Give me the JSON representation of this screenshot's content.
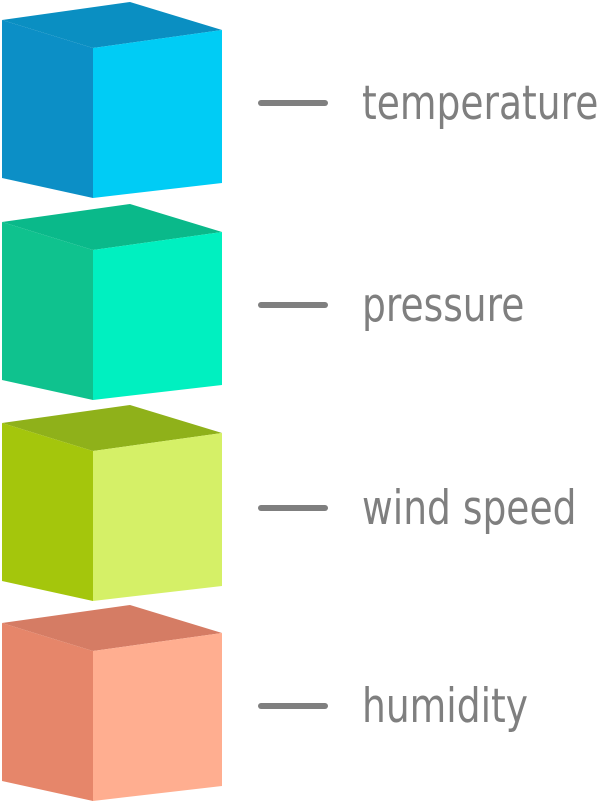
{
  "items": [
    {
      "label": "temperature",
      "colors": {
        "top": "#0a8fc2",
        "left": "#0c8fc6",
        "front": "#00ccf5"
      }
    },
    {
      "label": "pressure",
      "colors": {
        "top": "#0ab98a",
        "left": "#0fc28e",
        "front": "#00f0c0"
      }
    },
    {
      "label": "wind speed",
      "colors": {
        "top": "#8fb11a",
        "left": "#a4c60c",
        "front": "#d5f067"
      }
    },
    {
      "label": "humidity",
      "colors": {
        "top": "#d57c64",
        "left": "#e6866a",
        "front": "#ffae90"
      }
    }
  ],
  "connector_color": "#7f7f7f",
  "label_color": "#7f7f7f"
}
